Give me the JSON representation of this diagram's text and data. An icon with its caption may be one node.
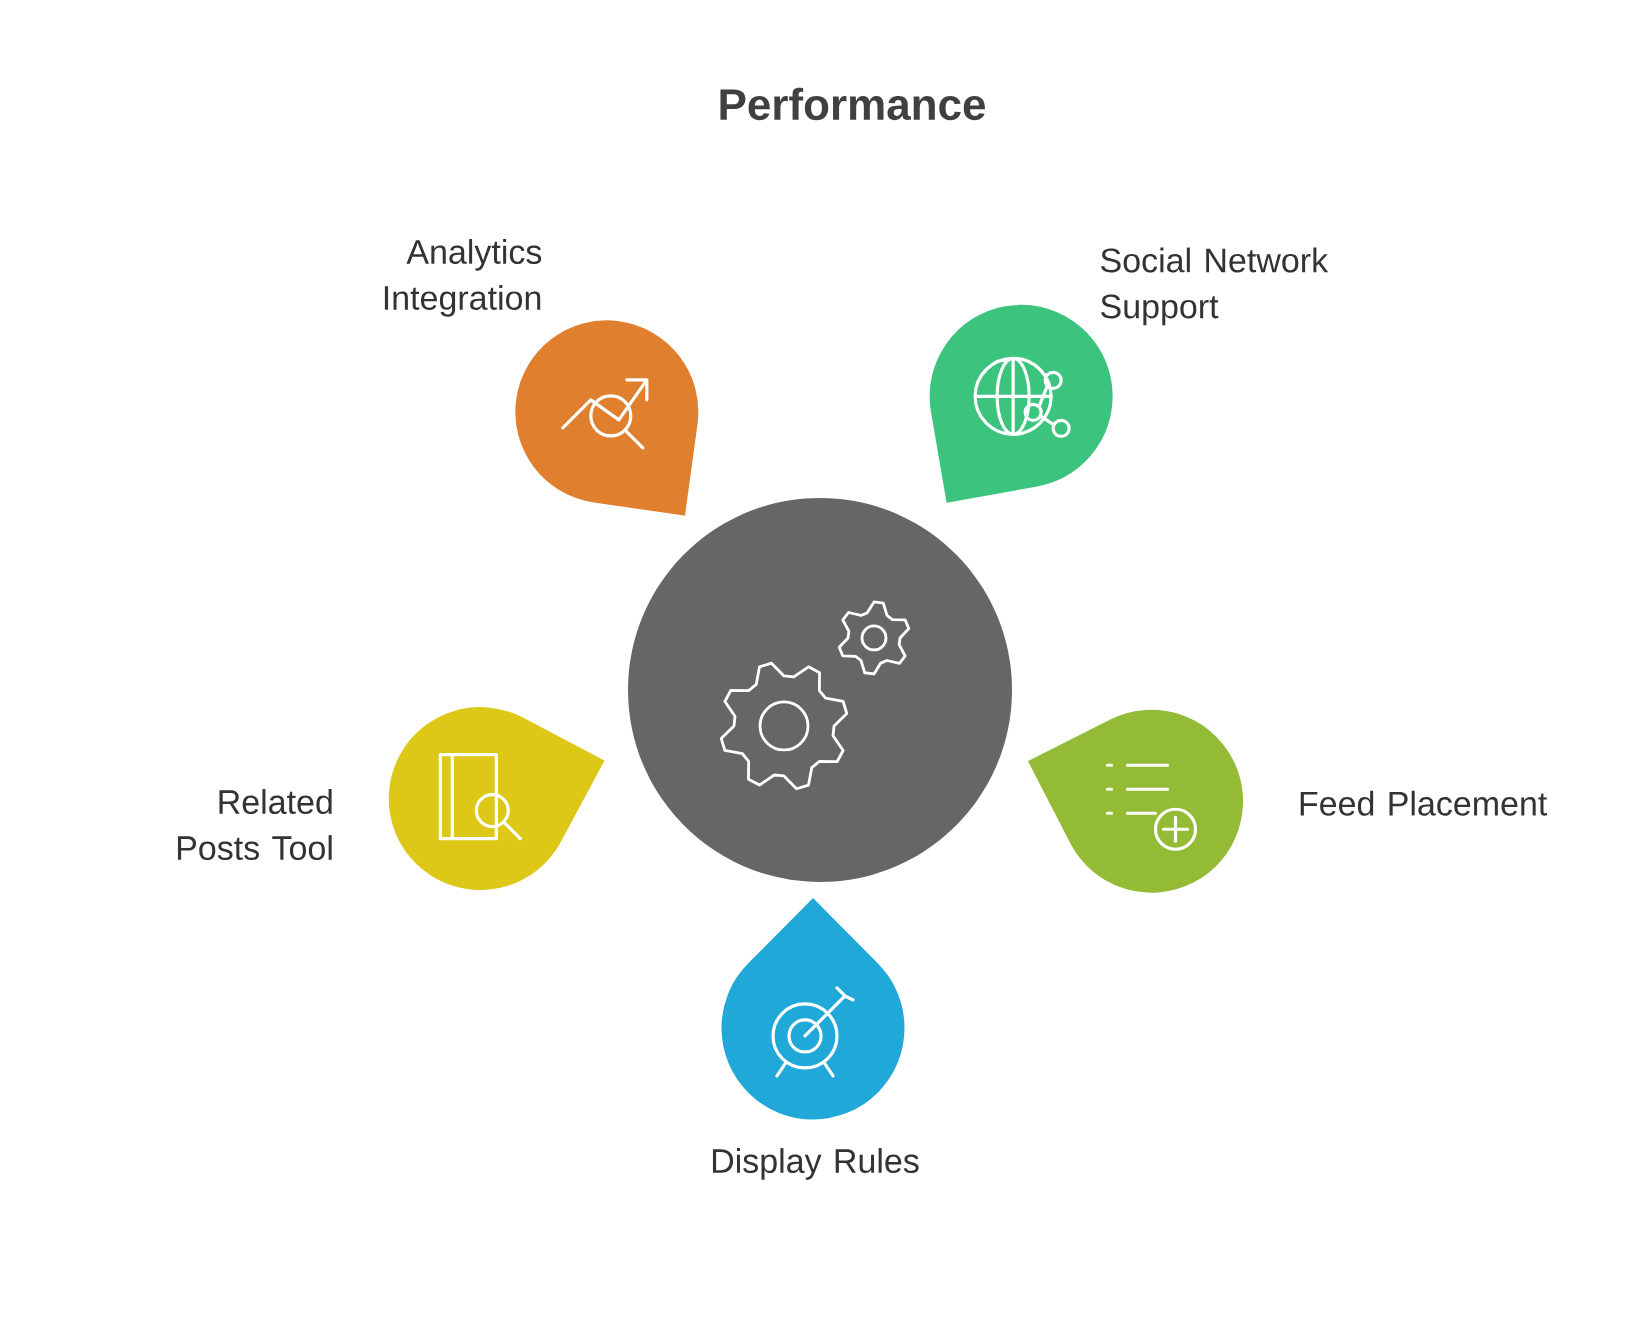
{
  "diagram": {
    "title": "Performance",
    "nodes": [
      {
        "text": [],
        "shape": "circle"
      },
      {
        "text": [
          "Analytics Integration"
        ]
      },
      {
        "text": [
          "Social Network Support"
        ]
      },
      {
        "text": [
          "Related Posts Tool"
        ]
      },
      {
        "text": [
          "Feed Placement"
        ]
      },
      {
        "text": [
          "Display Rules"
        ]
      }
    ]
  }
}
